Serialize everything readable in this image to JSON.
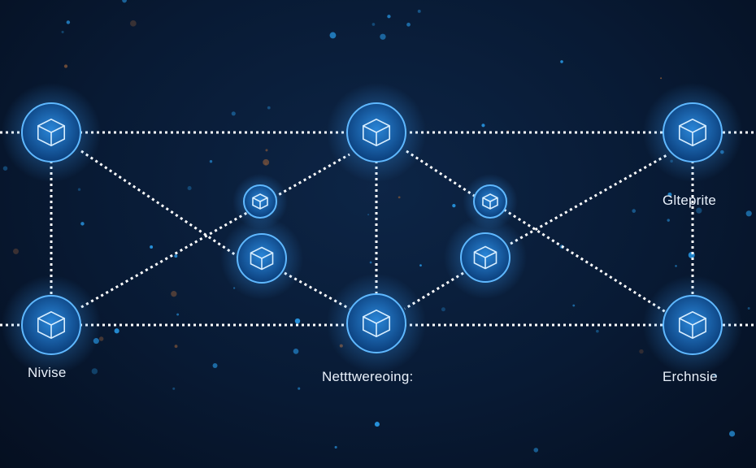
{
  "labels": {
    "left_bottom": "Nivise",
    "center_bottom": "Netttwereoing:",
    "right_top": "Glteprite",
    "right_bottom": "Erchnsie"
  },
  "colors": {
    "background": "#081a34",
    "node_glow": "#2f8fe0",
    "node_fill": "#0f4f96",
    "line": "#ffffff"
  },
  "nodes": [
    {
      "id": "top-left",
      "icon": "cube-icon"
    },
    {
      "id": "top-center",
      "icon": "box-icon"
    },
    {
      "id": "top-right",
      "icon": "shield-cube-icon"
    },
    {
      "id": "bottom-left",
      "icon": "cube-icon"
    },
    {
      "id": "bottom-center",
      "icon": "cube-icon"
    },
    {
      "id": "bottom-right",
      "icon": "shield-icon"
    },
    {
      "id": "mid-left-small",
      "icon": "network-icon"
    },
    {
      "id": "mid-left",
      "icon": "envelope-cube-icon"
    },
    {
      "id": "mid-right-small",
      "icon": "network-icon"
    },
    {
      "id": "mid-right",
      "icon": "boxes-icon"
    }
  ]
}
